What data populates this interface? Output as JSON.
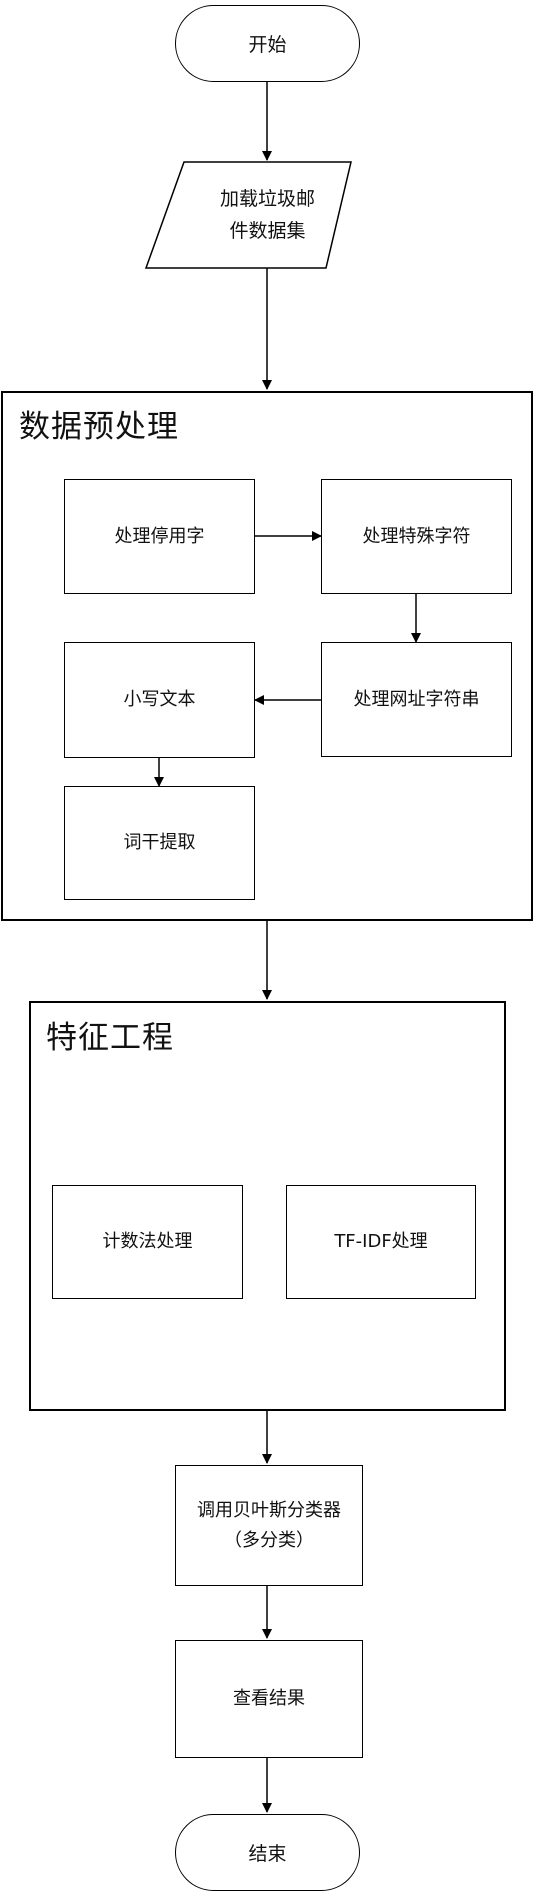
{
  "start": {
    "label": "开始"
  },
  "load_dataset": {
    "label": "加载垃圾邮\n件数据集"
  },
  "preprocessing": {
    "title": "数据预处理",
    "steps": {
      "stopwords": "处理停用字",
      "special_chars": "处理特殊字符",
      "urls": "处理网址字符串",
      "lowercase": "小写文本",
      "stemming": "词干提取"
    }
  },
  "feature_engineering": {
    "title": "特征工程",
    "methods": {
      "count": "计数法处理",
      "tfidf": "TF-IDF处理"
    }
  },
  "classifier": {
    "label": "调用贝叶斯分类器\n（多分类）"
  },
  "view_results": {
    "label": "查看结果"
  },
  "end": {
    "label": "结束"
  }
}
